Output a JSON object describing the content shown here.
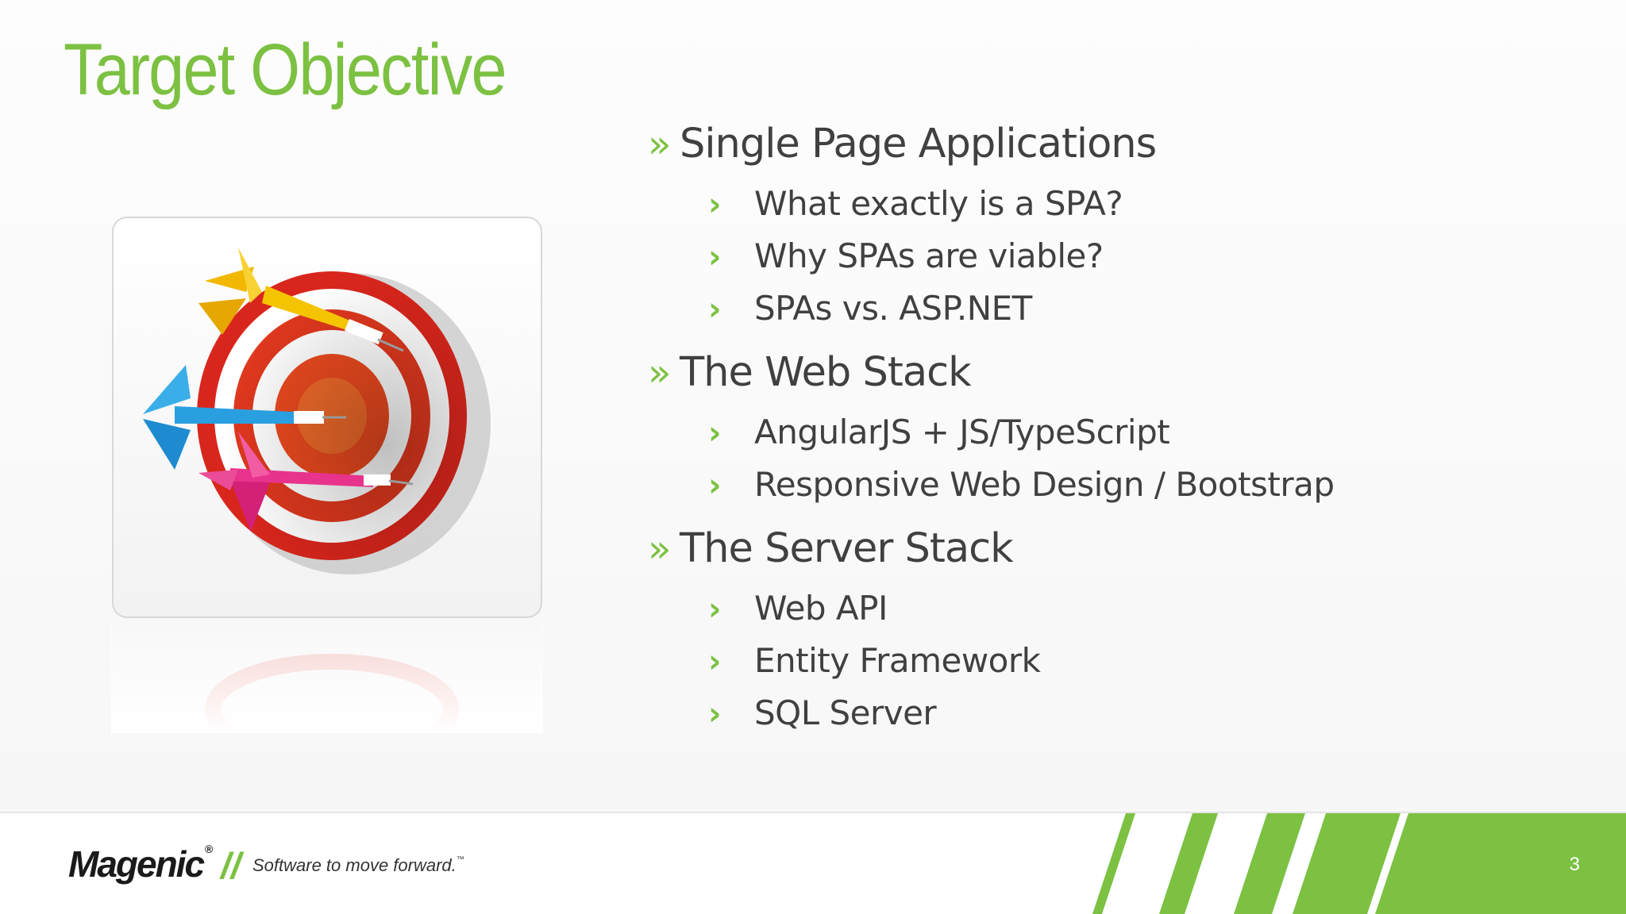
{
  "slide": {
    "title": "Target Objective",
    "page_number": "3",
    "bullets": [
      {
        "marker": "»",
        "label": "Single Page Applications",
        "sub": [
          {
            "marker": "›",
            "label": "What exactly is a SPA?"
          },
          {
            "marker": "›",
            "label": "Why SPAs are viable?"
          },
          {
            "marker": "›",
            "label": "SPAs vs. ASP.NET"
          }
        ]
      },
      {
        "marker": "»",
        "label": "The Web Stack",
        "sub": [
          {
            "marker": "›",
            "label": "AngularJS + JS/TypeScript"
          },
          {
            "marker": "›",
            "label": "Responsive Web Design / Bootstrap"
          }
        ]
      },
      {
        "marker": "»",
        "label": "The Server Stack",
        "sub": [
          {
            "marker": "›",
            "label": "Web API"
          },
          {
            "marker": "›",
            "label": "Entity Framework"
          },
          {
            "marker": "›",
            "label": "SQL Server"
          }
        ]
      }
    ]
  },
  "footer": {
    "logo_text": "Magenic",
    "logo_reg": "®",
    "separator": "//",
    "tagline": "Software to move forward.",
    "tagline_tm": "™"
  },
  "colors": {
    "accent_green": "#7cc142",
    "text_dark": "#404040",
    "target_red": "#d9261c",
    "dart_yellow": "#f5c400",
    "dart_blue": "#2a9fe0",
    "dart_pink": "#e8338c"
  },
  "icons": {
    "illustration": "dartboard-target-icon"
  }
}
